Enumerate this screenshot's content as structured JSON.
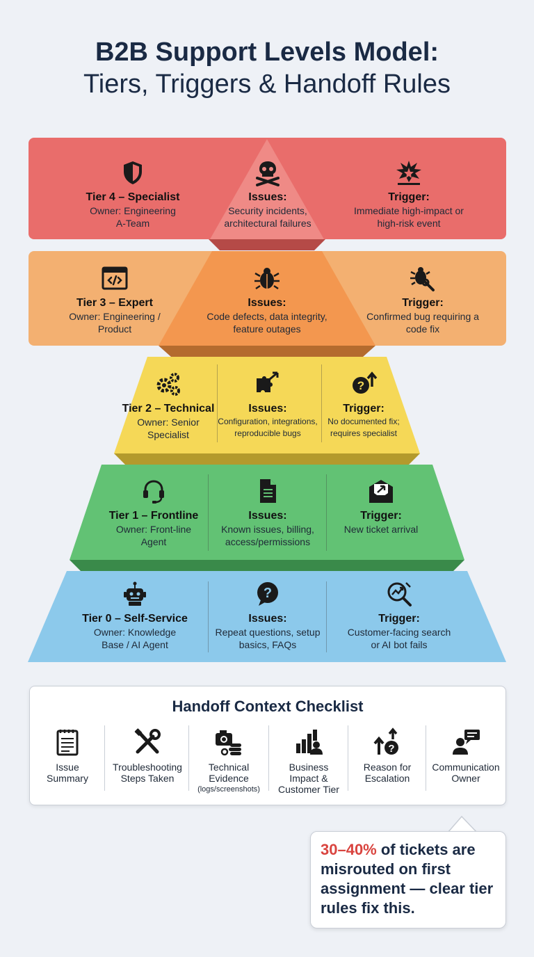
{
  "title": {
    "line1": "B2B Support Levels Model:",
    "line2": "Tiers, Triggers & Handoff Rules"
  },
  "colors": {
    "tier4": "#e96d6b",
    "tier3": "#f3a259",
    "tier2": "#f5d857",
    "tier1": "#62c274",
    "tier0": "#8cc9eb",
    "accent": "#d9443f",
    "heading": "#1a2a44"
  },
  "tiers": [
    {
      "name": "Tier 4 – Specialist",
      "owner": "Owner: Engineering A-Team",
      "issues_label": "Issues:",
      "issues": "Security incidents, architectural failures",
      "trigger_label": "Trigger:",
      "trigger": "Immediate high-impact or high-risk event",
      "icons": [
        "shield-icon",
        "skull-crossbones-icon",
        "explosion-icon"
      ]
    },
    {
      "name": "Tier 3 – Expert",
      "owner": "Owner: Engineering / Product",
      "issues_label": "Issues:",
      "issues": "Code defects, data integrity, feature outages",
      "trigger_label": "Trigger:",
      "trigger": "Confirmed bug requiring a code fix",
      "icons": [
        "code-window-icon",
        "bug-icon",
        "bug-wrench-icon"
      ]
    },
    {
      "name": "Tier 2 – Technical",
      "owner": "Owner: Senior Specialist",
      "issues_label": "Issues:",
      "issues": "Configuration, integrations, reproducible bugs",
      "trigger_label": "Trigger:",
      "trigger": "No documented fix; requires specialist",
      "icons": [
        "gears-icon",
        "puzzle-icon",
        "question-arrow-icon"
      ]
    },
    {
      "name": "Tier 1 – Frontline",
      "owner": "Owner: Front-line Agent",
      "issues_label": "Issues:",
      "issues": "Known issues, billing, access/permissions",
      "trigger_label": "Trigger:",
      "trigger": "New ticket arrival",
      "icons": [
        "headset-icon",
        "document-icon",
        "envelope-arrow-icon"
      ]
    },
    {
      "name": "Tier 0 – Self-Service",
      "owner": "Owner: Knowledge Base / AI Agent",
      "issues_label": "Issues:",
      "issues": "Repeat questions, setup basics, FAQs",
      "trigger_label": "Trigger:",
      "trigger": "Customer-facing search or AI bot fails",
      "icons": [
        "robot-icon",
        "question-bubble-icon",
        "search-trend-icon"
      ]
    }
  ],
  "checklist": {
    "title": "Handoff Context Checklist",
    "items": [
      {
        "label": "Issue Summary",
        "icon": "notepad-icon"
      },
      {
        "label": "Troubleshooting Steps Taken",
        "icon": "tools-icon"
      },
      {
        "label": "Technical Evidence",
        "note": "(logs/screenshots)",
        "icon": "camera-logs-icon"
      },
      {
        "label": "Business Impact & Customer Tier",
        "icon": "chart-person-icon"
      },
      {
        "label": "Reason for Escalation",
        "icon": "escalation-icon"
      },
      {
        "label": "Communication Owner",
        "icon": "person-chat-icon"
      }
    ]
  },
  "callout": {
    "highlight": "30–40%",
    "text": " of tickets are misrouted on first assignment — clear tier rules fix this."
  }
}
